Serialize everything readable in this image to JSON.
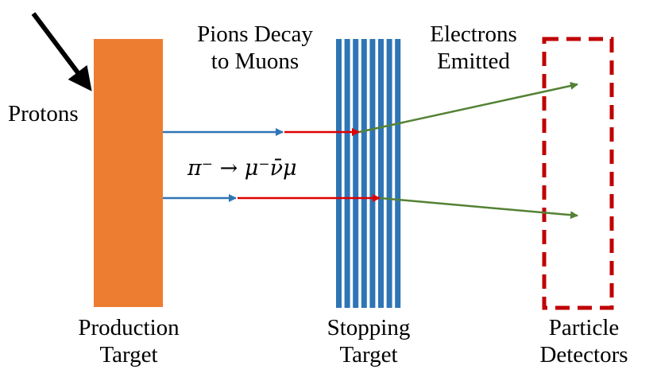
{
  "labels": {
    "protons": "Protons",
    "pions_decay": [
      "Pions Decay",
      "to Muons"
    ],
    "electrons_emitted": [
      "Electrons",
      "Emitted"
    ],
    "production_target": [
      "Production",
      "Target"
    ],
    "stopping_target": [
      "Stopping",
      "Target"
    ],
    "particle_detectors": [
      "Particle",
      "Detectors"
    ],
    "equation": "π⁻ → μ⁻ν̄μ"
  },
  "colors": {
    "production_target": "#ED7D31",
    "stopping_target": "#2E75B6",
    "pion_path": "#2E75B6",
    "muon_path": "#E00000",
    "electron_path": "#548235",
    "detector_outline": "#C00000",
    "proton_beam": "#000000"
  },
  "stopping_target_foils": 8
}
